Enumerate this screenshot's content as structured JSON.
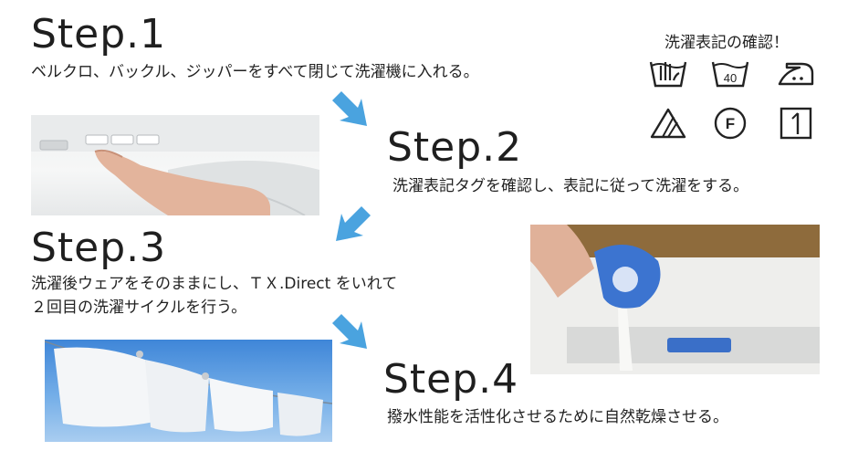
{
  "steps": [
    {
      "title": "Step.1",
      "text": "ベルクロ、バックル、ジッパーをすべて閉じて洗濯機に入れる。"
    },
    {
      "title": "Step.2",
      "text": "洗濯表記タグを確認し、表記に従って洗濯をする。"
    },
    {
      "title": "Step.3",
      "lines": [
        "洗濯後ウェアをそのままにし、ＴＸ.Direct をいれて",
        "２回目の洗濯サイクルを行う。"
      ]
    },
    {
      "title": "Step.4",
      "text": "撥水性能を活性化させるために自然乾燥させる。"
    }
  ],
  "care_symbols": {
    "title": "洗濯表記の確認！",
    "items": [
      {
        "icon": "hand-wash-icon"
      },
      {
        "icon": "wash-40-icon",
        "label": "40"
      },
      {
        "icon": "iron-low-icon"
      },
      {
        "icon": "bleach-icon"
      },
      {
        "icon": "dry-clean-f-icon",
        "label": "F"
      },
      {
        "icon": "line-dry-icon"
      }
    ]
  },
  "colors": {
    "arrow": "#4aa3df",
    "text": "#222222"
  }
}
